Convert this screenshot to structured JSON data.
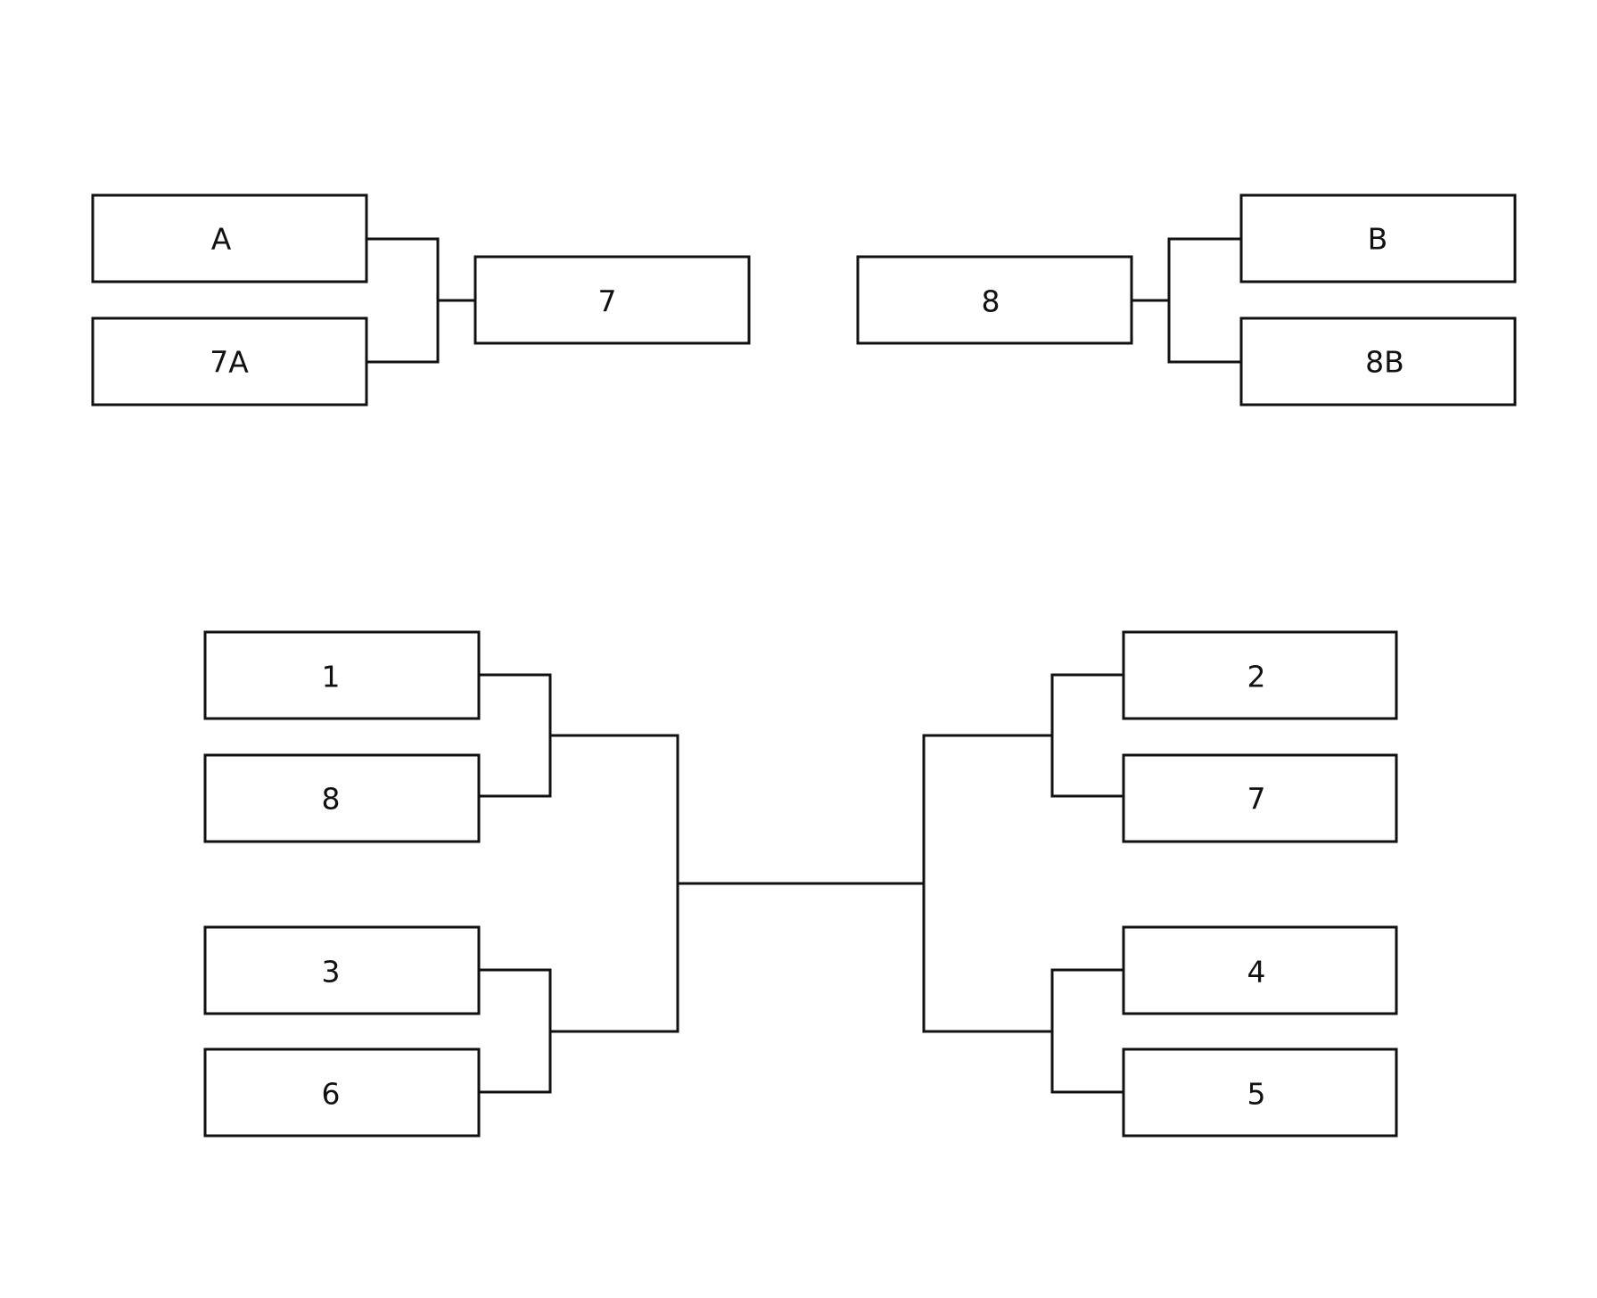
{
  "play_in": {
    "left": {
      "slot_a": "A",
      "slot_7a": "7A",
      "winner": "7"
    },
    "right": {
      "slot_b": "B",
      "slot_8b": "8B",
      "winner": "8"
    }
  },
  "main_bracket": {
    "left": {
      "seed_1": "1",
      "seed_8": "8",
      "seed_3": "3",
      "seed_6": "6"
    },
    "right": {
      "seed_2": "2",
      "seed_7": "7",
      "seed_4": "4",
      "seed_5": "5"
    }
  },
  "colors": {
    "line": "#111111",
    "box_fill": "#ffffff",
    "background": "#ffffff"
  }
}
